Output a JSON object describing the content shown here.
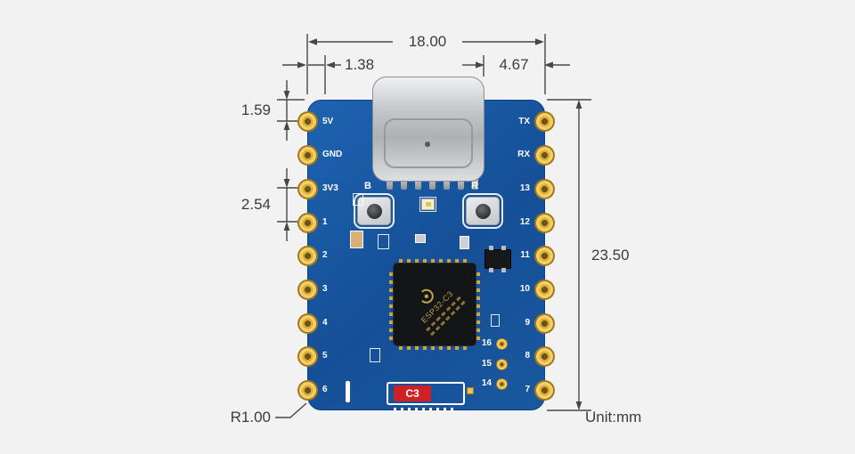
{
  "unit_label": "Unit:mm",
  "dimensions": {
    "board_width": "18.00",
    "pad_edge_offset": "1.38",
    "usb_edge_offset": "4.67",
    "pin_top_offset": "1.59",
    "pin_pitch": "2.54",
    "board_height": "23.50",
    "corner_radius": "R1.00"
  },
  "board": {
    "chip_marking": "ESP32-C3",
    "module_label": "C3",
    "boot_button_label": "B",
    "reset_button_label": "R",
    "pins_left": [
      "5V",
      "GND",
      "3V3",
      "1",
      "2",
      "3",
      "4",
      "5",
      "6"
    ],
    "pins_right": [
      "TX",
      "RX",
      "13",
      "12",
      "11",
      "10",
      "9",
      "8",
      "7"
    ],
    "pins_inner": [
      "16",
      "15",
      "14"
    ],
    "colors": {
      "pcb": "#1857a4",
      "pad_gold": "#f4cf68",
      "label_red": "#cf2026",
      "silkscreen": "#ffffff"
    }
  }
}
